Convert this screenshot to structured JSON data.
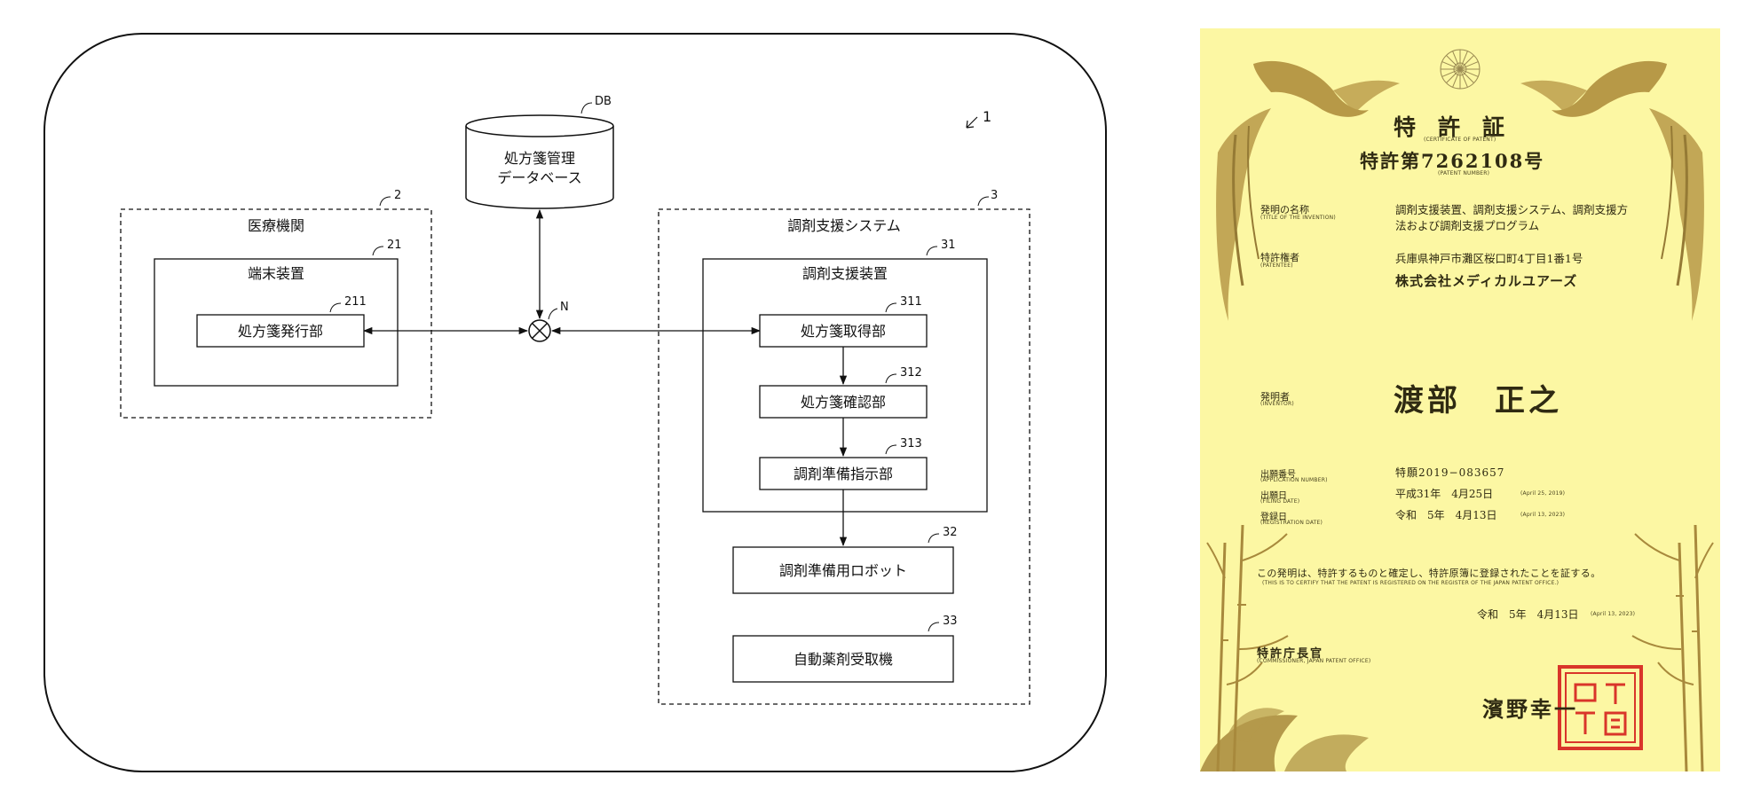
{
  "diagram": {
    "system_ref": "1",
    "db": {
      "ref": "DB",
      "line1": "処方箋管理",
      "line2": "データベース"
    },
    "network": {
      "ref": "N"
    },
    "institution": {
      "ref": "2",
      "title": "医療機関",
      "terminal": {
        "ref": "21",
        "title": "端末装置",
        "issuer": {
          "ref": "211",
          "label": "処方箋発行部"
        }
      }
    },
    "support_system": {
      "ref": "3",
      "title": "調剤支援システム",
      "device": {
        "ref": "31",
        "title": "調剤支援装置",
        "units": [
          {
            "ref": "311",
            "label": "処方箋取得部"
          },
          {
            "ref": "312",
            "label": "処方箋確認部"
          },
          {
            "ref": "313",
            "label": "調剤準備指示部"
          }
        ]
      },
      "robot": {
        "ref": "32",
        "label": "調剤準備用ロボット"
      },
      "receiver": {
        "ref": "33",
        "label": "自動薬剤受取機"
      }
    }
  },
  "certificate": {
    "title": "特　許　証",
    "title_en": "(CERTIFICATE OF PATENT)",
    "patent_number": "特許第7262108号",
    "patent_number_en": "(PATENT NUMBER)",
    "invention_title_label": "発明の名称",
    "invention_title_label_en": "(TITLE OF THE INVENTION)",
    "invention_title_line1": "調剤支援装置、調剤支援システム、調剤支援方",
    "invention_title_line2": "法および調剤支援プログラム",
    "patentee_label": "特許権者",
    "patentee_label_en": "(PATENTEE)",
    "patentee_address": "兵庫県神戸市灘区桜口町4丁目1番1号",
    "patentee_name": "株式会社メディカルユアーズ",
    "inventor_label": "発明者",
    "inventor_label_en": "(INVENTOR)",
    "inventor_name": "渡部　正之",
    "application_number_label": "出願番号",
    "application_number_label_en": "(APPLICATION NUMBER)",
    "application_number": "特願2019−083657",
    "filing_date_label": "出願日",
    "filing_date_label_en": "(FILING DATE)",
    "filing_date": "平成31年　4月25日",
    "filing_date_en": "(April 25, 2019)",
    "registration_date_label": "登録日",
    "registration_date_label_en": "(REGISTRATION DATE)",
    "registration_date": "令和　5年　4月13日",
    "registration_date_en": "(April 13, 2023)",
    "statement": "この発明は、特許するものと確定し、特許原簿に登録されたことを証する。",
    "statement_en": "(THIS IS TO CERTIFY THAT THE PATENT IS REGISTERED ON THE REGISTER OF THE JAPAN PATENT OFFICE.)",
    "issue_date": "令和　5年　4月13日",
    "issue_date_en": "(April 13, 2023)",
    "commissioner_label": "特許庁長官",
    "commissioner_label_en": "(COMMISSIONER, JAPAN PATENT OFFICE)",
    "commissioner_signature": "濱野幸一"
  },
  "colors": {
    "certificate_paper": "#fcf7a3",
    "ornament": "#a8893c",
    "seal": "#d9352a"
  }
}
